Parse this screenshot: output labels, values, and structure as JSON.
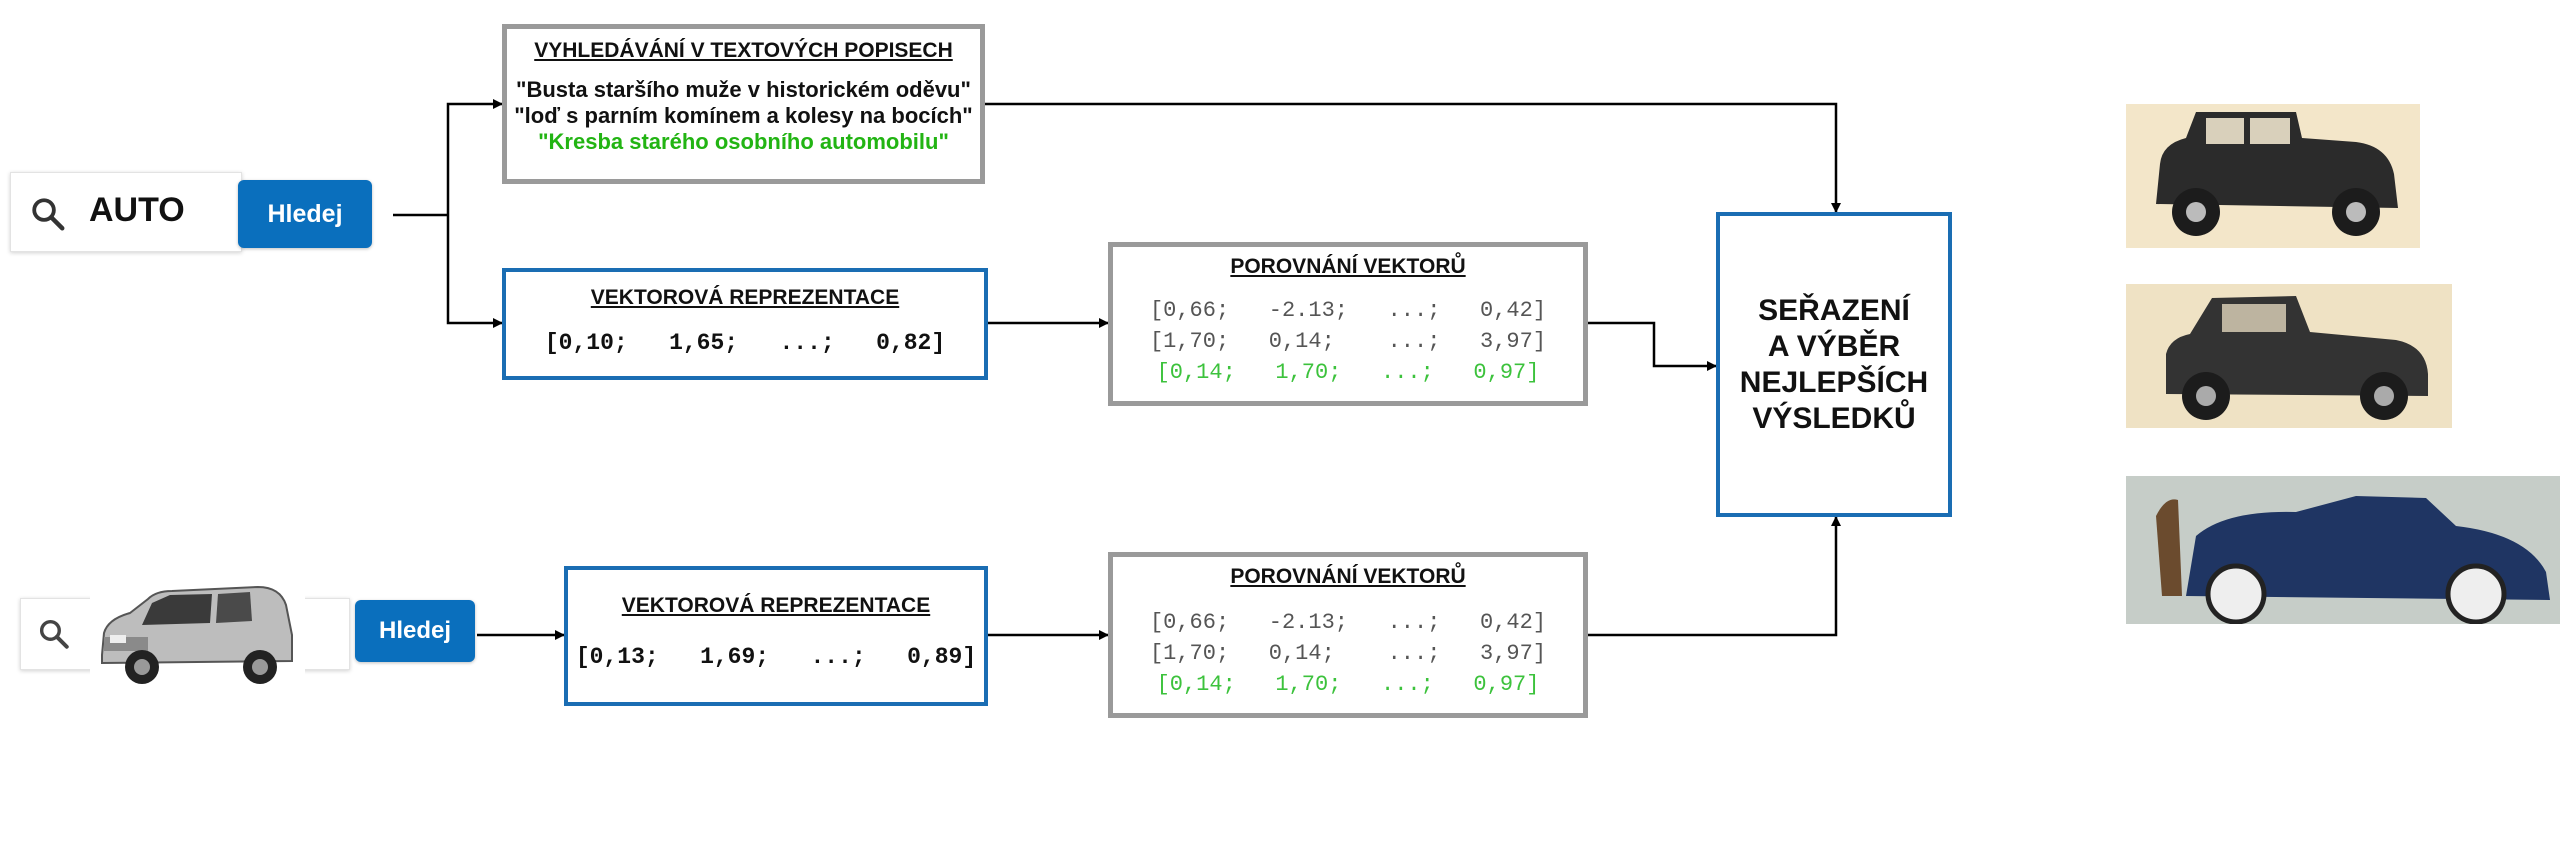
{
  "text_search": {
    "query": "AUTO",
    "button_label": "Hledej"
  },
  "image_search": {
    "button_label": "Hledej"
  },
  "text_description_box": {
    "title": "VYHLEDÁVÁNÍ V TEXTOVÝCH POPISECH",
    "quotes": [
      "\"Busta staršího muže v historickém oděvu\"",
      "\"loď s parním komínem a kolesy na bocích\"",
      "\"Kresba starého osobního automobilu\""
    ],
    "highlight_color": "#22b413"
  },
  "vector_top": {
    "title": "VEKTOROVÁ REPREZENTACE",
    "value": "[0,10;   1,65;   ...;   0,82]"
  },
  "vector_bottom": {
    "title": "VEKTOROVÁ REPREZENTACE",
    "value": "[0,13;   1,69;   ...;   0,89]"
  },
  "compare_top": {
    "title": "POROVNÁNÍ VEKTORŮ",
    "rows": [
      "[0,66;   -2.13;   ...;   0,42]",
      "[1,70;   0,14;    ...;   3,97]",
      "[0,14;   1,70;   ...;   0,97]"
    ]
  },
  "compare_bottom": {
    "title": "POROVNÁNÍ VEKTORŮ",
    "rows": [
      "[0,66;   -2.13;   ...;   0,42]",
      "[1,70;   0,14;    ...;   3,97]",
      "[0,14;   1,70;   ...;   0,97]"
    ]
  },
  "result_box": {
    "lines": [
      "SEŘAZENÍ",
      "A VÝBĚR",
      "NEJLEPŠÍCH",
      "VÝSLEDKŮ"
    ]
  },
  "colors": {
    "accent_blue": "#1a6db3",
    "button_blue": "#0a6fbd",
    "match_green": "#3cc23c",
    "box_gray": "#9a9a9a"
  },
  "icons": {
    "search": "search-icon",
    "query_image": "van-image",
    "results": [
      "vintage-sedan-photo",
      "vintage-coupe-photo",
      "vintage-roadster-illustration"
    ]
  }
}
